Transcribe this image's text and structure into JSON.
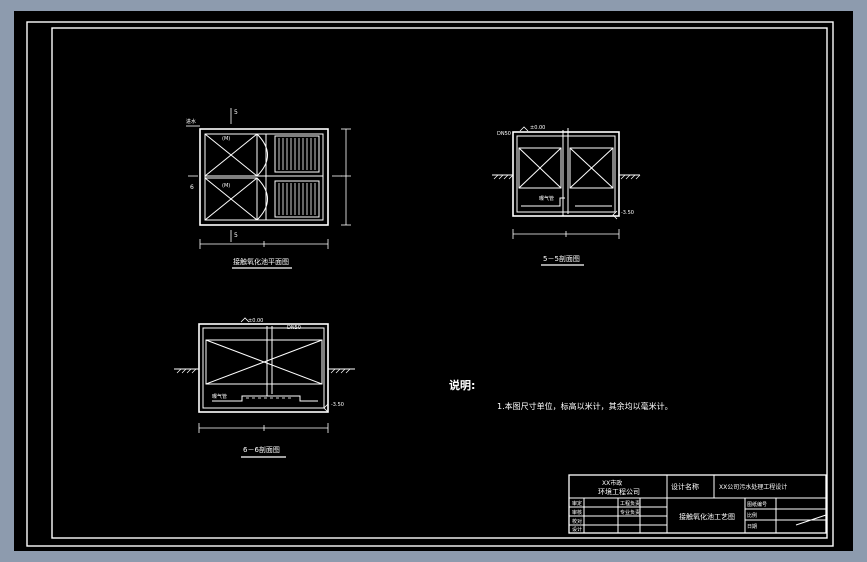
{
  "colors": {
    "frame_background": "#8d9bae",
    "canvas": "#000000",
    "lines": "#ffffff"
  },
  "plan_view": {
    "title": "接触氧化池平面图",
    "section_mark_a": "5",
    "section_mark_b": "5",
    "section_mark_side": "6",
    "room_label": "(M)",
    "pipe_tag": "进水"
  },
  "section_5": {
    "title": "5－5剖面图",
    "level_top": "±0.00",
    "level_bottom": "-3.50",
    "pipe_tag": "DN50",
    "equip_tag": "曝气管"
  },
  "section_6": {
    "title": "6－6剖面图",
    "level_top": "±0.00",
    "level_bottom": "-3.50",
    "pipe_tag": "DN50",
    "equip_tag": "曝气管"
  },
  "notes": {
    "heading": "说明:",
    "item_1": "1.本图尺寸单位，标高以米计，其余均以毫米计。"
  },
  "title_block": {
    "company": "XX市政",
    "subtitle": "环境工程公司",
    "design_label": "设计名称",
    "project_name": "XX公司污水处理工程设计",
    "drawing_name": "接触氧化池工艺图",
    "rows": [
      "审定",
      "审核",
      "校对",
      "设计"
    ],
    "left_col_1": "工程负责",
    "left_col_2": "专业负责",
    "right_col_1": "图纸编号",
    "right_col_2": "比例",
    "right_col_3": "日期"
  }
}
